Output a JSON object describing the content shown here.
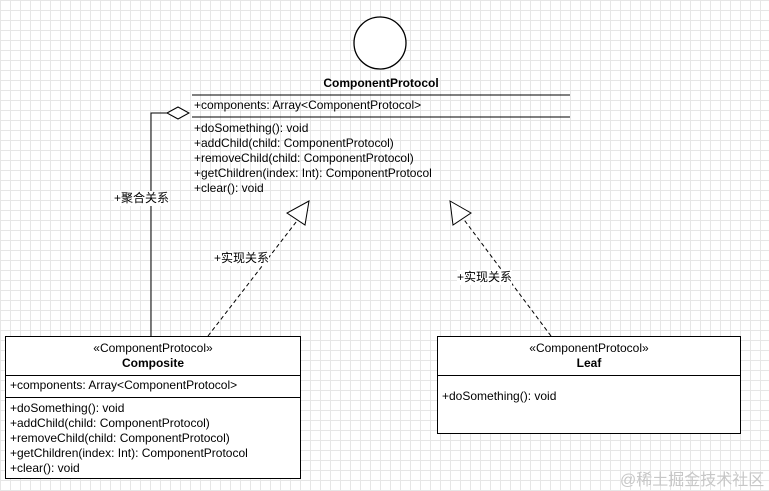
{
  "protocol": {
    "name": "ComponentProtocol",
    "attribute": "+components: Array<ComponentProtocol>",
    "methods": [
      "+doSomething(): void",
      "+addChild(child: ComponentProtocol)",
      "+removeChild(child: ComponentProtocol)",
      "+getChildren(index: Int): ComponentProtocol",
      "+clear(): void"
    ]
  },
  "composite": {
    "stereotype": "«ComponentProtocol»",
    "name": "Composite",
    "attribute": "+components: Array<ComponentProtocol>",
    "methods": [
      "+doSomething(): void",
      "+addChild(child: ComponentProtocol)",
      "+removeChild(child: ComponentProtocol)",
      "+getChildren(index: Int): ComponentProtocol",
      "+clear(): void"
    ]
  },
  "leaf": {
    "stereotype": "«ComponentProtocol»",
    "name": "Leaf",
    "methods": [
      "+doSomething(): void"
    ]
  },
  "relations": {
    "aggregation": "+聚合关系",
    "realization_composite": "+实现关系",
    "realization_leaf": "+实现关系"
  },
  "watermark": "@稀土掘金技术社区"
}
